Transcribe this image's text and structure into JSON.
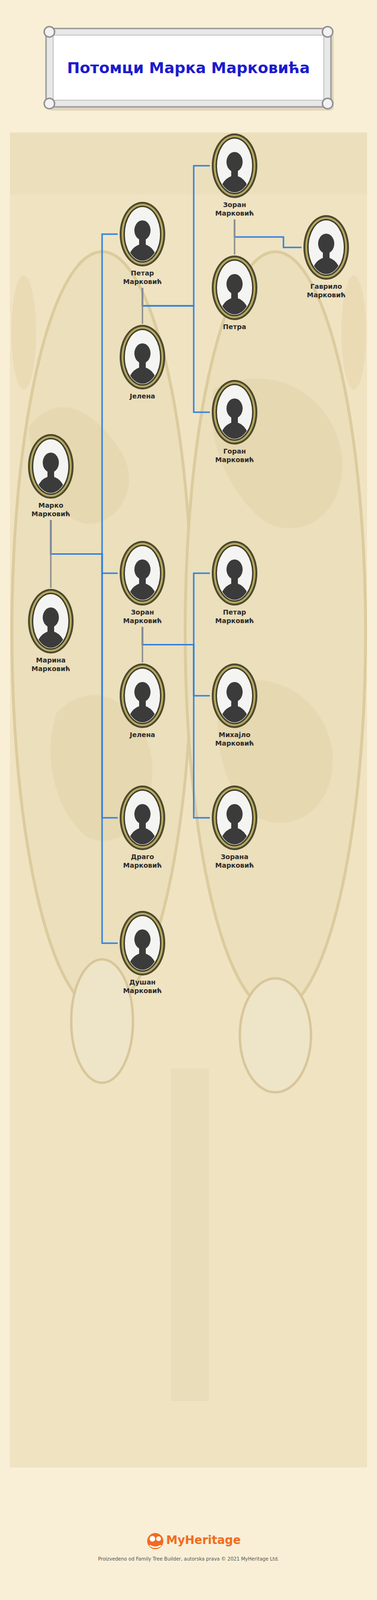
{
  "diagram": {
    "title": "Потомци Марка Марковића",
    "nodes": [
      {
        "text": [
          "Марко Марковић"
        ]
      },
      {
        "text": [
          "Марина Марковић"
        ]
      },
      {
        "text": [
          "Петар Марковић"
        ]
      },
      {
        "text": [
          "Јелена"
        ]
      },
      {
        "text": [
          "Зоран Марковић"
        ]
      },
      {
        "text": [
          "Јелена"
        ]
      },
      {
        "text": [
          "Драго Марковић"
        ]
      },
      {
        "text": [
          "Душан Марковић"
        ]
      },
      {
        "text": [
          "Зоран Марковић"
        ]
      },
      {
        "text": [
          "Петра"
        ]
      },
      {
        "text": [
          "Горан Марковић"
        ]
      },
      {
        "text": [
          "Петар Марковић"
        ]
      },
      {
        "text": [
          "Михајло Марковић"
        ]
      },
      {
        "text": [
          "Зорана Марковић"
        ]
      },
      {
        "text": [
          "Гаврило Марковић"
        ]
      }
    ],
    "edges": [
      {
        "from": 0,
        "to": 1,
        "arrow": "none"
      },
      {
        "from": 0,
        "to": 2,
        "arrow": "none"
      },
      {
        "from": 0,
        "to": 4,
        "arrow": "none"
      },
      {
        "from": 0,
        "to": 6,
        "arrow": "none"
      },
      {
        "from": 0,
        "to": 7,
        "arrow": "none"
      },
      {
        "from": 2,
        "to": 3,
        "arrow": "none"
      },
      {
        "from": 2,
        "to": 8,
        "arrow": "none"
      },
      {
        "from": 2,
        "to": 10,
        "arrow": "none"
      },
      {
        "from": 4,
        "to": 5,
        "arrow": "none"
      },
      {
        "from": 4,
        "to": 11,
        "arrow": "none"
      },
      {
        "from": 4,
        "to": 12,
        "arrow": "none"
      },
      {
        "from": 4,
        "to": 13,
        "arrow": "none"
      },
      {
        "from": 8,
        "to": 9,
        "arrow": "none"
      },
      {
        "from": 8,
        "to": 14,
        "arrow": "none"
      }
    ],
    "labels": [
      "MyHeritage",
      "Proizvedeno od Family Tree Builder, autorska prava © 2021 MyHeritage Ltd."
    ]
  }
}
